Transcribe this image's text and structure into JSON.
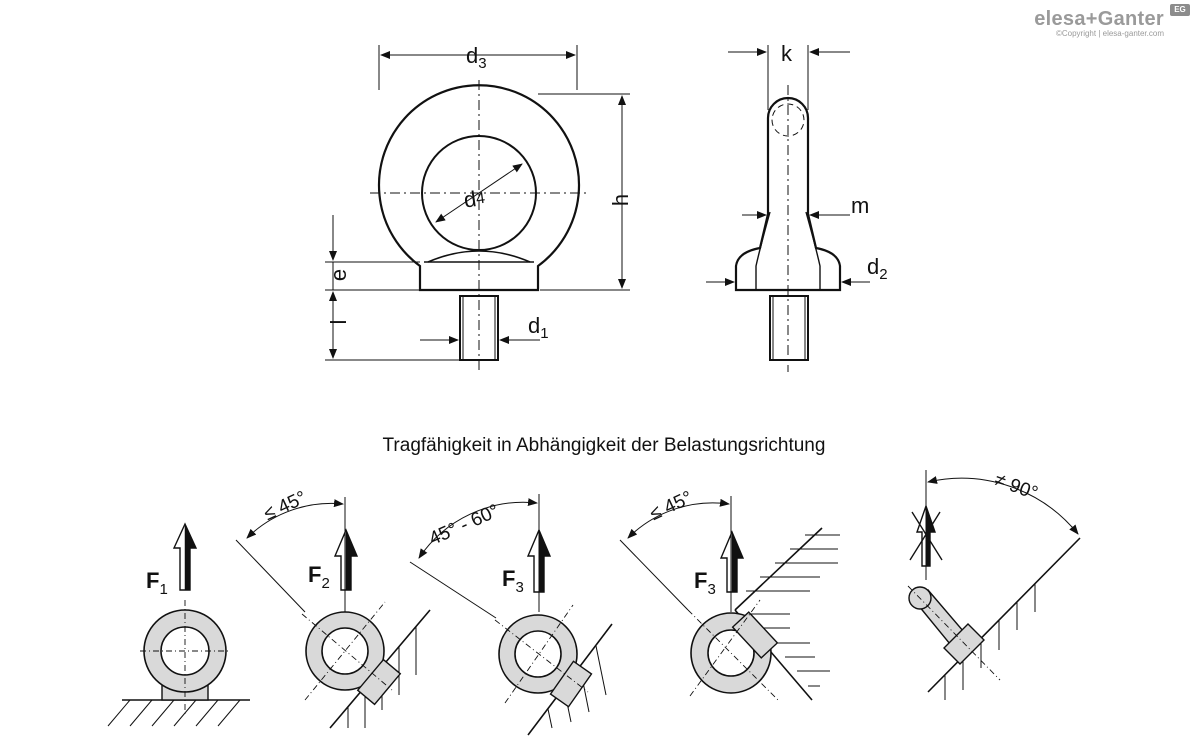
{
  "brand": {
    "name": "elesa+Ganter",
    "copyright": "©Copyright | elesa-ganter.com",
    "badge": "EG"
  },
  "dimensions": {
    "d3": "d",
    "d3_sub": "3",
    "d4": "d",
    "d4_sub": "4",
    "d1": "d",
    "d1_sub": "1",
    "d2": "d",
    "d2_sub": "2",
    "h": "h",
    "e": "e",
    "l": "l",
    "k": "k",
    "m": "m"
  },
  "load_title": "Tragfähigkeit in Abhängigkeit der Belastungsrichtung",
  "load_cases": [
    {
      "force": "F",
      "sub": "1",
      "angle": ""
    },
    {
      "force": "F",
      "sub": "2",
      "angle": "≤ 45°"
    },
    {
      "force": "F",
      "sub": "3",
      "angle": "45° - 60°"
    },
    {
      "force": "F",
      "sub": "3",
      "angle": "≤ 45°"
    },
    {
      "force": "",
      "sub": "",
      "angle": "≠ 90°"
    }
  ],
  "colors": {
    "line": "#111111",
    "ring_fill": "#d9d9d9",
    "brand_gray": "#9a9a9a"
  }
}
